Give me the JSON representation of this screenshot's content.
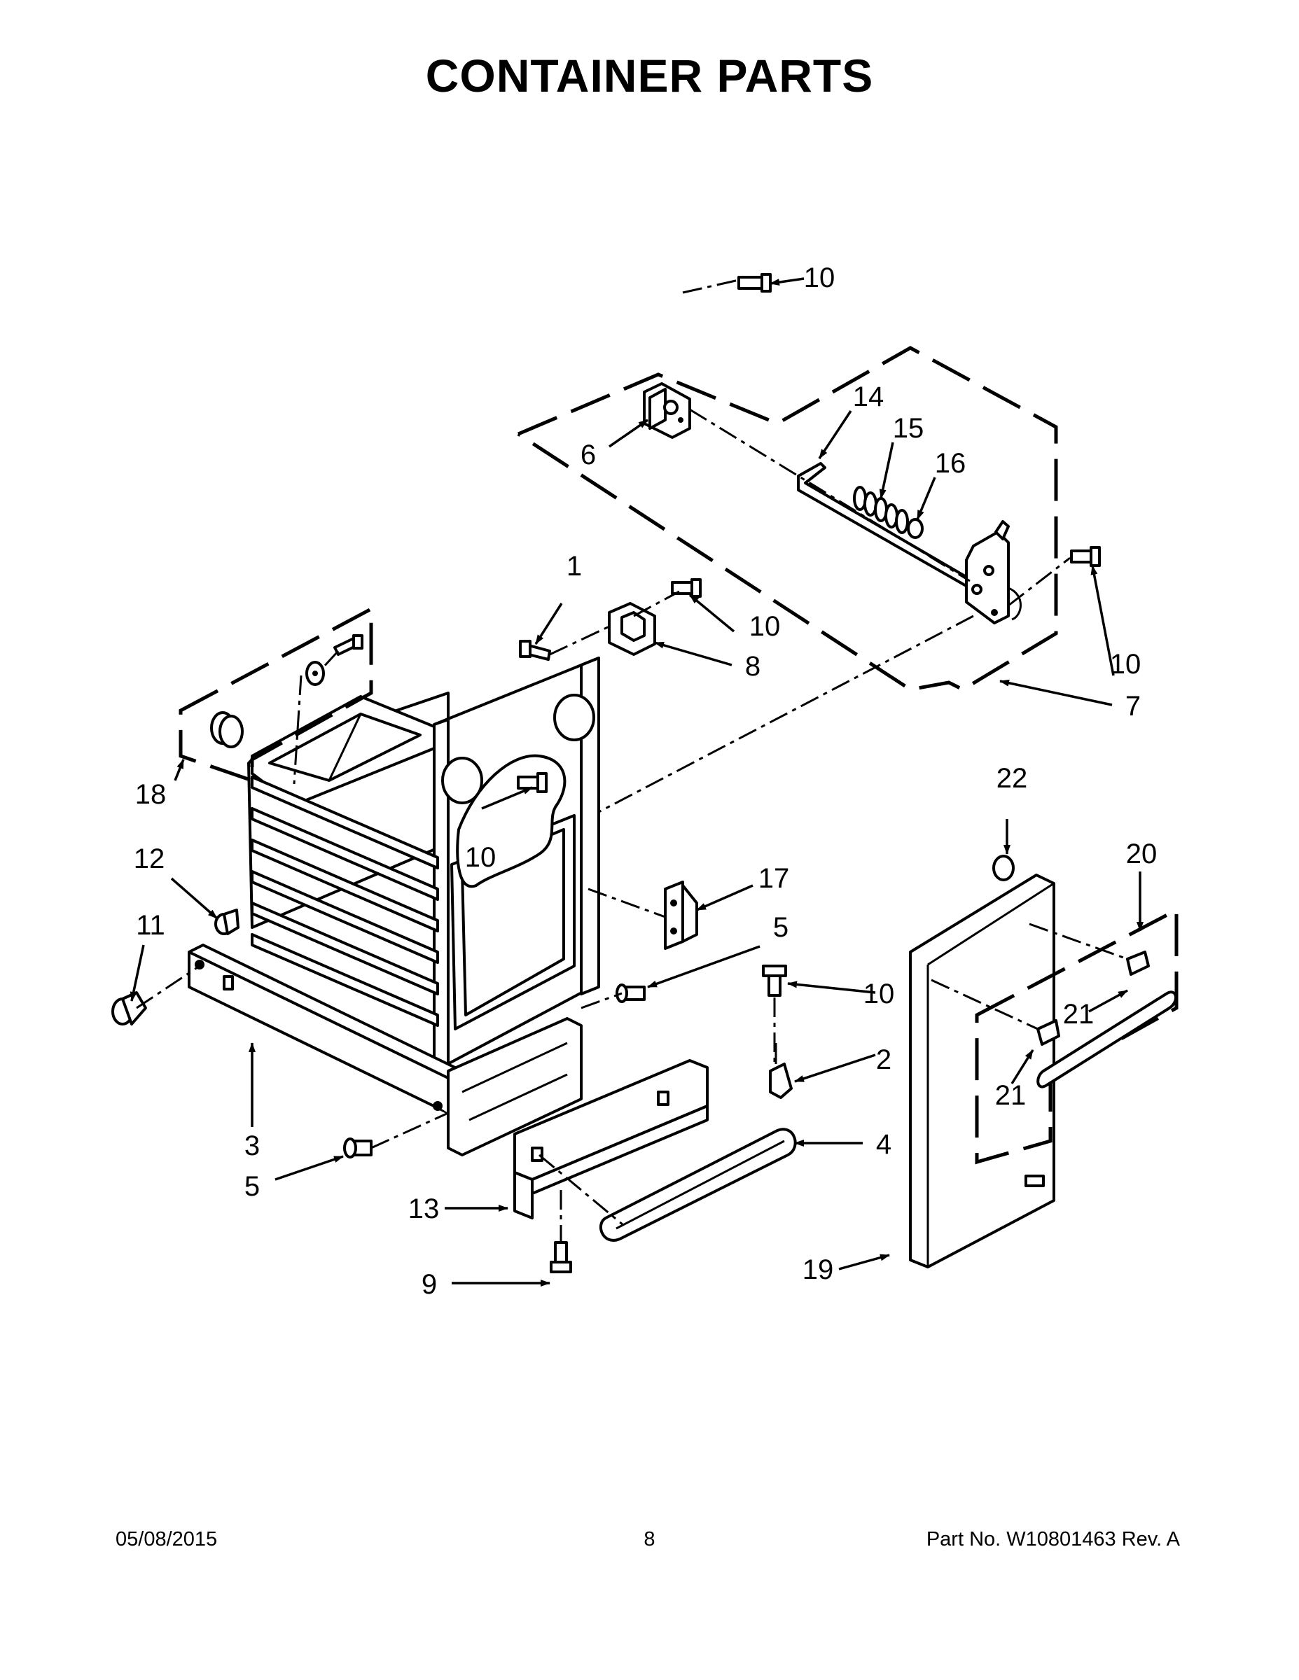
{
  "title": "CONTAINER PARTS",
  "footer": {
    "date": "05/08/2015",
    "page": "8",
    "part_number": "Part No.  W10801463  Rev.  A"
  },
  "callouts": [
    {
      "id": "c1",
      "label": "1"
    },
    {
      "id": "c2",
      "label": "2"
    },
    {
      "id": "c3",
      "label": "3"
    },
    {
      "id": "c4",
      "label": "4"
    },
    {
      "id": "c5a",
      "label": "5"
    },
    {
      "id": "c5b",
      "label": "5"
    },
    {
      "id": "c6",
      "label": "6"
    },
    {
      "id": "c7",
      "label": "7"
    },
    {
      "id": "c8",
      "label": "8"
    },
    {
      "id": "c9",
      "label": "9"
    },
    {
      "id": "c10a",
      "label": "10"
    },
    {
      "id": "c10b",
      "label": "10"
    },
    {
      "id": "c10c",
      "label": "10"
    },
    {
      "id": "c10d",
      "label": "10"
    },
    {
      "id": "c10e",
      "label": "10"
    },
    {
      "id": "c11",
      "label": "11"
    },
    {
      "id": "c12",
      "label": "12"
    },
    {
      "id": "c13",
      "label": "13"
    },
    {
      "id": "c14",
      "label": "14"
    },
    {
      "id": "c15",
      "label": "15"
    },
    {
      "id": "c16",
      "label": "16"
    },
    {
      "id": "c17",
      "label": "17"
    },
    {
      "id": "c18",
      "label": "18"
    },
    {
      "id": "c19",
      "label": "19"
    },
    {
      "id": "c20",
      "label": "20"
    },
    {
      "id": "c21a",
      "label": "21"
    },
    {
      "id": "c21b",
      "label": "21"
    },
    {
      "id": "c22",
      "label": "22"
    }
  ]
}
